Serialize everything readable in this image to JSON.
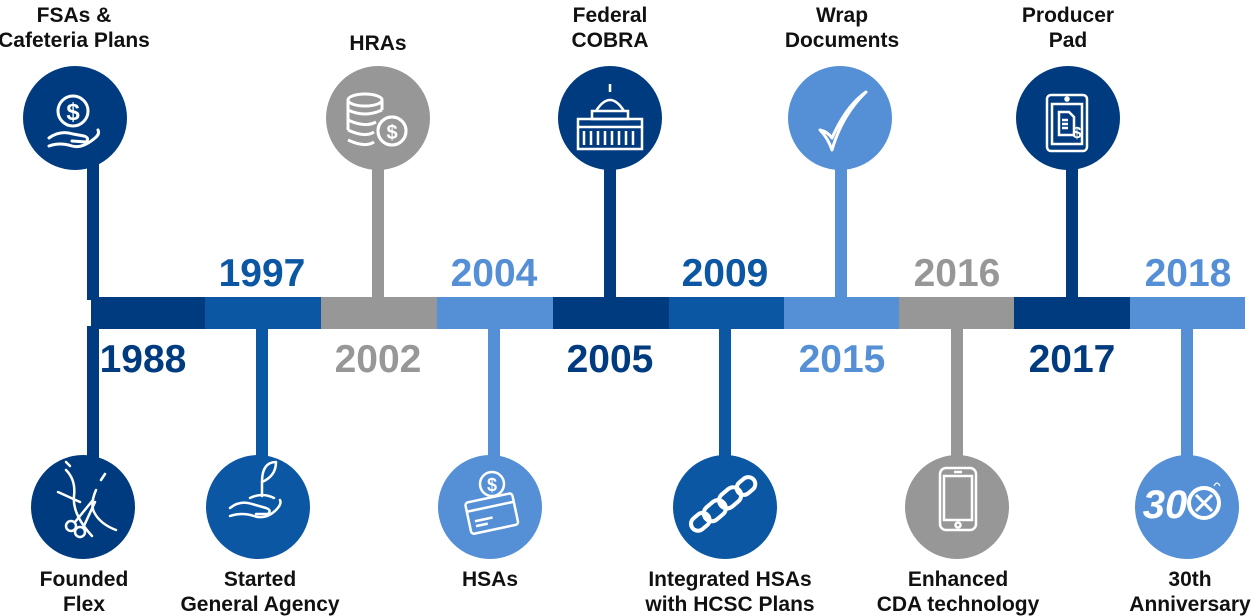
{
  "colors": {
    "dark_navy": "#003b80",
    "royal_blue": "#0b57a4",
    "light_blue": "#558fd6",
    "gray": "#979797",
    "label_text": "#111111"
  },
  "timeline": {
    "segments": [
      "dark_navy",
      "royal_blue",
      "gray",
      "light_blue",
      "dark_navy",
      "royal_blue",
      "light_blue",
      "gray",
      "dark_navy",
      "light_blue"
    ]
  },
  "milestones": [
    {
      "year": "1988",
      "label_lines": [
        "Founded",
        "Flex"
      ],
      "icon": "ribbon-scissors-icon",
      "color": "dark_navy",
      "position": "below"
    },
    {
      "year": "1997",
      "label_lines": [
        "Started",
        "General Agency"
      ],
      "icon": "plant-hand-icon",
      "color": "royal_blue",
      "position": "below"
    },
    {
      "year": "2002",
      "label_lines": [
        "HRAs"
      ],
      "icon": "coins-dollar-icon",
      "color": "gray",
      "position": "above"
    },
    {
      "year": "2004",
      "label_lines": [
        "HSAs"
      ],
      "icon": "card-dollar-icon",
      "color": "light_blue",
      "position": "below"
    },
    {
      "year": "2005",
      "label_lines": [
        "Federal",
        "COBRA"
      ],
      "icon": "capitol-building-icon",
      "color": "dark_navy",
      "position": "above"
    },
    {
      "year": "2009",
      "label_lines": [
        "Integrated HSAs",
        "with HCSC Plans"
      ],
      "icon": "chain-link-icon",
      "color": "royal_blue",
      "position": "below"
    },
    {
      "year": "2015",
      "label_lines": [
        "Wrap",
        "Documents"
      ],
      "icon": "checkmark-icon",
      "color": "light_blue",
      "position": "above"
    },
    {
      "year": "2016",
      "label_lines": [
        "Enhanced",
        "CDA technology"
      ],
      "icon": "smartphone-icon",
      "color": "gray",
      "position": "below"
    },
    {
      "year": "2017",
      "label_lines": [
        "Producer",
        "Pad"
      ],
      "icon": "tablet-dollar-icon",
      "color": "dark_navy",
      "position": "above"
    },
    {
      "year": "2018",
      "label_lines": [
        "30th",
        "Anniversary"
      ],
      "icon": "30th-badge-icon",
      "color": "light_blue",
      "position": "below"
    }
  ],
  "top_first": {
    "label_lines": [
      "FSAs &",
      "Cafeteria Plans"
    ],
    "icon": "hand-dollar-icon",
    "color": "dark_navy"
  },
  "badge_text": "30"
}
